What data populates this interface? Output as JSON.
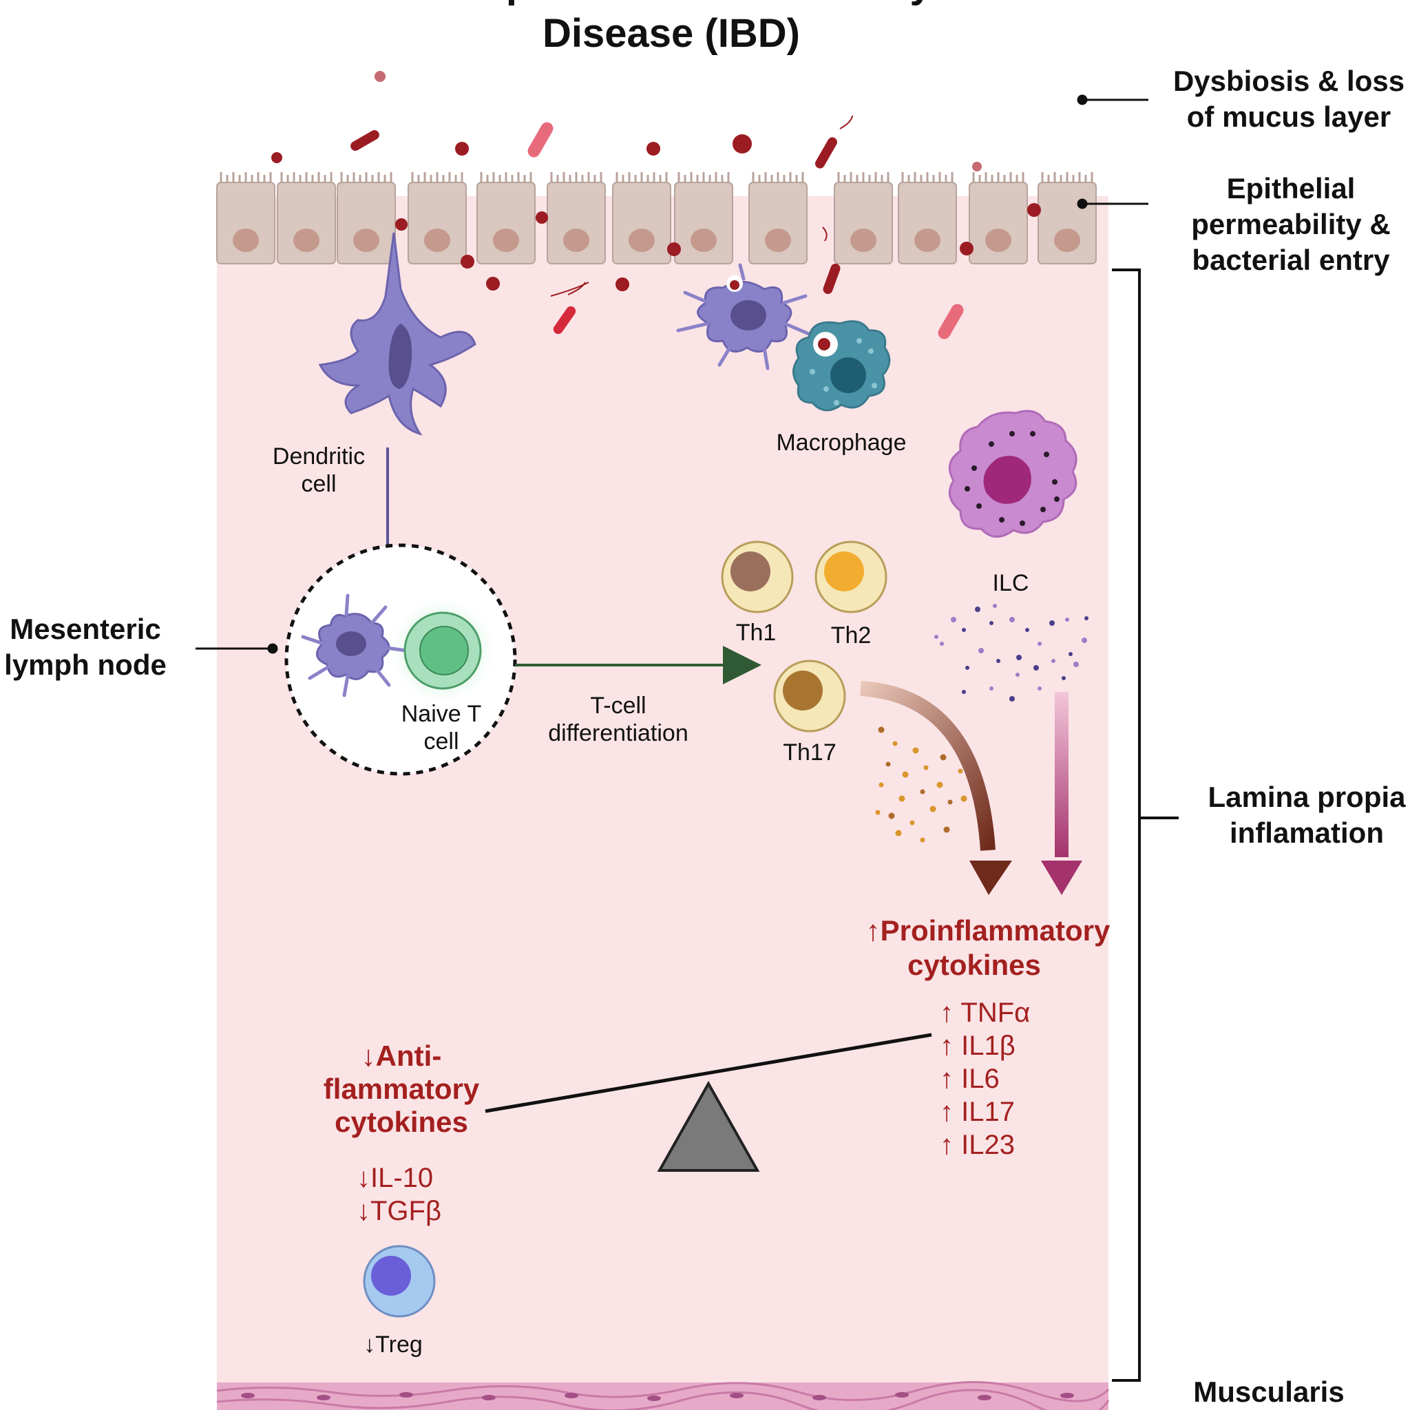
{
  "title": {
    "line1": "Immune response in Inflammatory Bowel",
    "line2": "Disease (IBD)"
  },
  "side_labels": {
    "dysbiosis": [
      "Dysbiosis & loss",
      "of mucus layer"
    ],
    "epithelial": [
      "Epithelial",
      "permeability &",
      "bacterial entry"
    ],
    "lamina": [
      "Lamina propia",
      "inflamation"
    ],
    "muscularis": "Muscularis",
    "lymph_node": [
      "Mesenteric",
      "lymph node"
    ]
  },
  "cells": {
    "dendritic": [
      "Dendritic",
      "cell"
    ],
    "macrophage": "Macrophage",
    "ilc": "ILC",
    "naive_t": [
      "Naive T",
      "cell"
    ],
    "th1": "Th1",
    "th2": "Th2",
    "th17": "Th17",
    "treg": "↓Treg"
  },
  "process": {
    "differentiation": [
      "T-cell",
      "differentiation"
    ]
  },
  "proinflammatory": {
    "heading": [
      "↑Proinflammatory",
      "cytokines"
    ],
    "items": [
      "↑ TNFα",
      "↑ IL1β",
      "↑ IL6",
      "↑ IL17",
      "↑ IL23"
    ]
  },
  "antiinflammatory": {
    "heading": [
      "↓Anti-",
      "flammatory",
      "cytokines"
    ],
    "items": [
      "↓IL-10",
      "↓TGFβ"
    ]
  },
  "colors": {
    "lamina_bg": "#fbe4e6",
    "epithelium": "#d9c7c0",
    "nucleus": "#c49a8c",
    "bacteria": "#9b1c22",
    "cytokine_red": "#a3201f",
    "dendritic": "#8a82c8",
    "macrophage": "#4a93a6",
    "ilc": "#c577c6",
    "th17_arrow": "#6e2a1b",
    "ilc_arrow": "#a33a6e",
    "naive_t": "#5fbf85",
    "treg": "#6e7ad6",
    "muscle": "#e7a9c8"
  }
}
